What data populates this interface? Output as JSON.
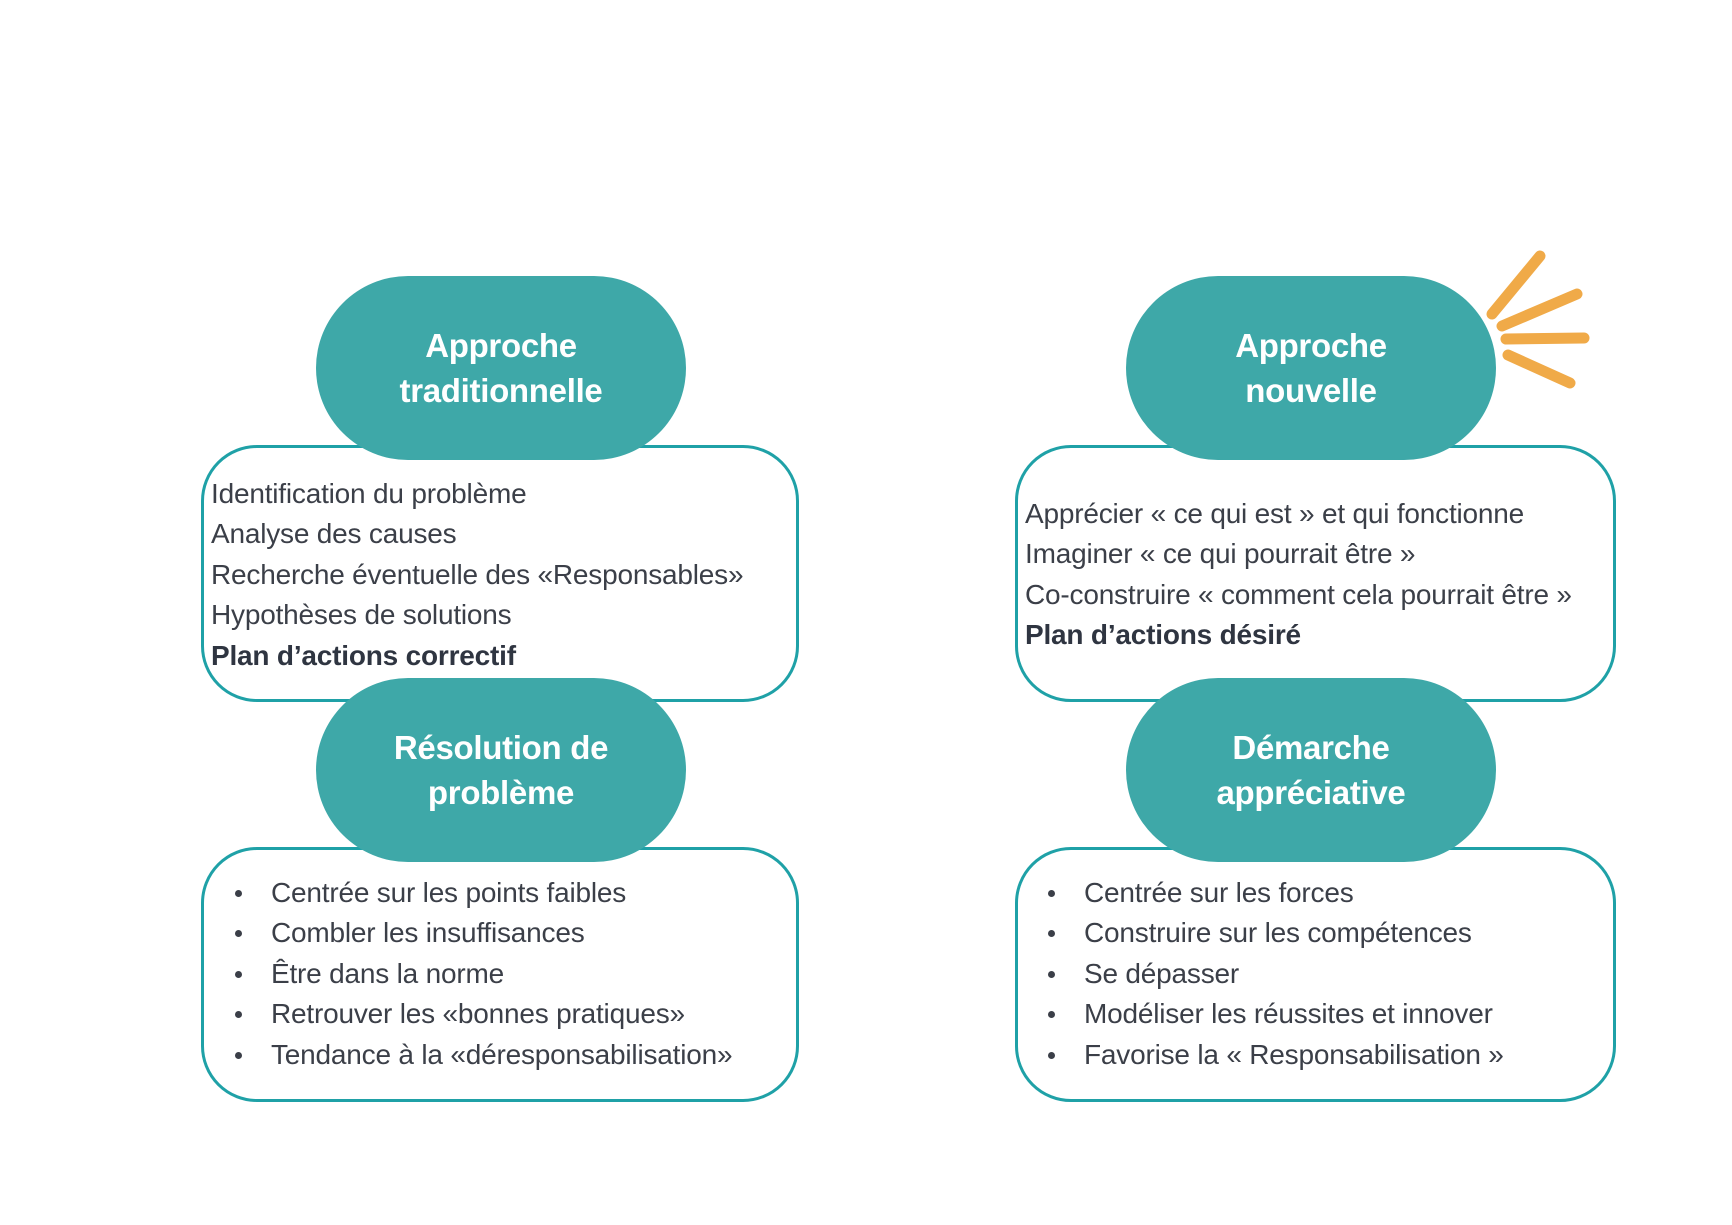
{
  "left_column": {
    "header_pill": {
      "line1": "Approche",
      "line2": "traditionnelle"
    },
    "steps": [
      {
        "text": "Identification du problème",
        "bold": false
      },
      {
        "text": "Analyse des causes",
        "bold": false
      },
      {
        "text": "Recherche éventuelle des «Responsables»",
        "bold": false
      },
      {
        "text": "Hypothèses de solutions",
        "bold": false
      },
      {
        "text": "Plan d’actions correctif",
        "bold": true
      }
    ],
    "method_pill": {
      "line1": "Résolution de",
      "line2": "problème"
    },
    "characteristics": [
      "Centrée sur les points faibles",
      "Combler les insuffisances",
      "Être dans la norme",
      "Retrouver les «bonnes pratiques»",
      "Tendance à la «déresponsabilisation»"
    ]
  },
  "right_column": {
    "header_pill": {
      "line1": "Approche",
      "line2": "nouvelle"
    },
    "steps": [
      {
        "text": "Apprécier « ce qui est » et qui fonctionne",
        "bold": false
      },
      {
        "text": "Imaginer « ce qui pourrait être »",
        "bold": false
      },
      {
        "text": "Co-construire « comment cela pourrait être »",
        "bold": false
      },
      {
        "text": "Plan d’actions désiré",
        "bold": true
      }
    ],
    "method_pill": {
      "line1": "Démarche",
      "line2": "appréciative"
    },
    "characteristics": [
      "Centrée sur les forces",
      "Construire sur les compétences",
      "Se dépasser",
      "Modéliser les réussites et innover",
      "Favorise la « Responsabilisation »"
    ]
  },
  "decoration": {
    "icon": "sun-rays-icon",
    "color": "#F0AA48"
  },
  "colors": {
    "pill": "#3EA8A8",
    "border": "#1FA1A7",
    "text": "#3B3F48",
    "bold_text": "#2F3541"
  }
}
